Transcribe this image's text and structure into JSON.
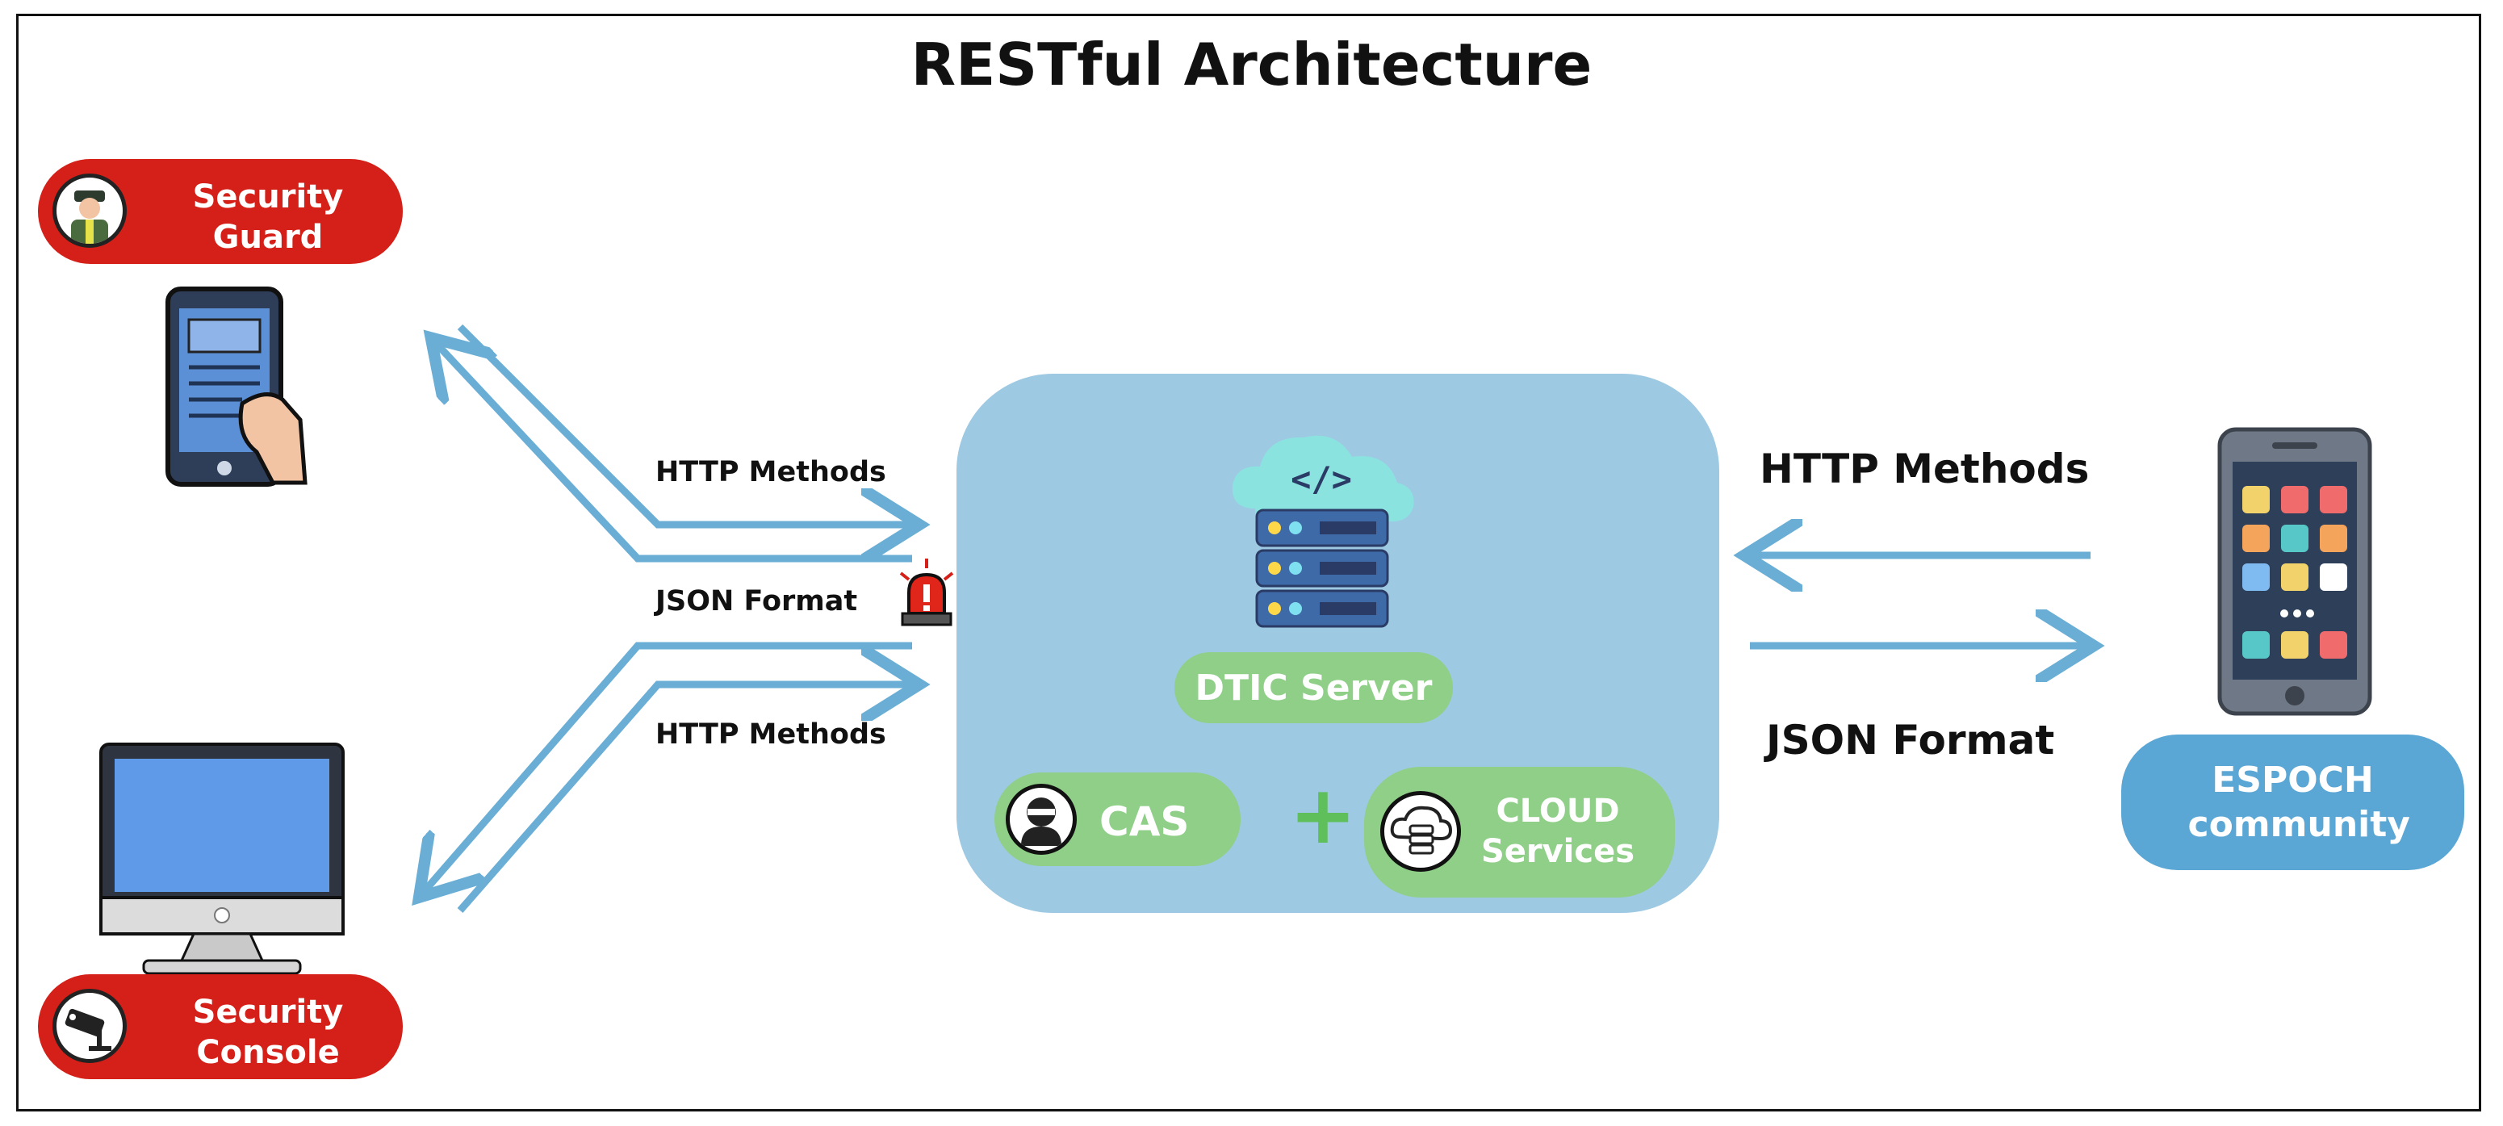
{
  "title": "RESTful Architecture",
  "colors": {
    "red_pill": "#d42018",
    "green_pill": "#8fcf88",
    "blue_pill": "#5aa6d4",
    "server_panel": "#9ec9e2",
    "arrow": "#6aaed6"
  },
  "clients": {
    "security_guard": {
      "label": "Security Guard",
      "icon": "security-guard-avatar-icon",
      "device_icon": "smartphone-in-hand-icon"
    },
    "security_console": {
      "label": "Security Console",
      "icon": "cctv-camera-icon",
      "device_icon": "desktop-monitor-icon"
    },
    "espoch_community": {
      "label": "ESPOCH community",
      "device_icon": "smartphone-apps-icon"
    }
  },
  "connectors": {
    "left_top_methods": "HTTP Methods",
    "left_json": "JSON Format",
    "left_bottom_methods": "HTTP Methods",
    "right_methods": "HTTP Methods",
    "right_json": "JSON Format"
  },
  "server": {
    "label": "DTIC Server",
    "icon": "cloud-server-code-icon",
    "alarm_icon": "alarm-siren-icon",
    "cas": {
      "label": "CAS",
      "icon": "cas-bandit-icon"
    },
    "plus_symbol": "+",
    "cloud": {
      "label": "CLOUD Services",
      "icon": "cloud-database-icon"
    }
  }
}
